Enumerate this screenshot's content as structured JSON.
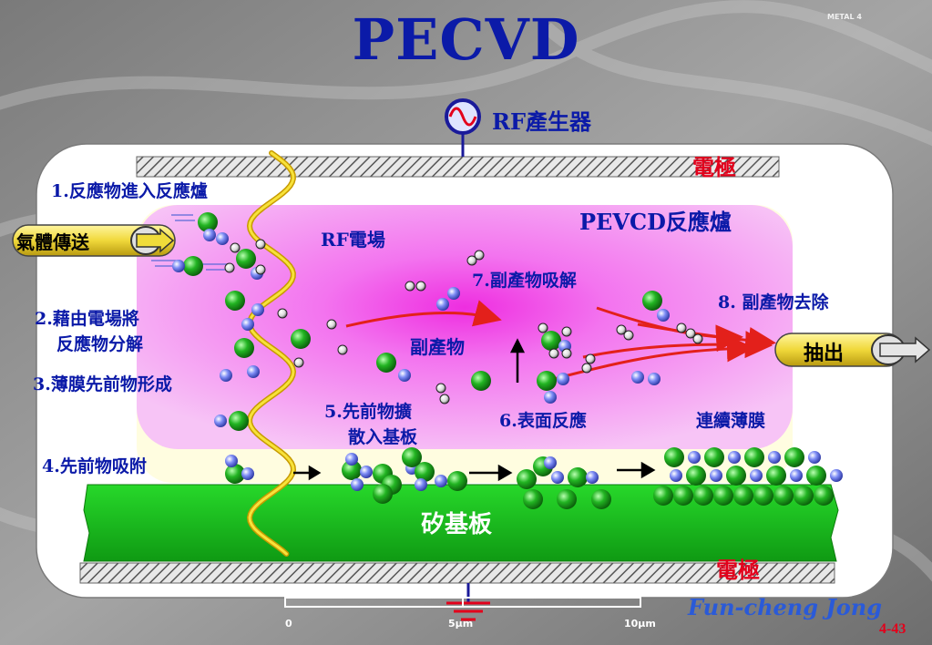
{
  "title": "PECVD",
  "corner_label": "METAL 4",
  "rf_generator": {
    "label": "RF產生器"
  },
  "electrode_top": "電極",
  "electrode_bottom": "電極",
  "reactor_label": "PEVCD反應爐",
  "rf_field": "RF電場",
  "gas_in": "氣體傳送",
  "exhaust": "抽出",
  "steps": [
    {
      "id": "step1",
      "text": "1.反應物進入反應爐"
    },
    {
      "id": "step2a",
      "text": "2.藉由電場將"
    },
    {
      "id": "step2b",
      "text": "反應物分解"
    },
    {
      "id": "step3",
      "text": "3.薄膜先前物形成"
    },
    {
      "id": "step4",
      "text": "4.先前物吸附"
    },
    {
      "id": "step5a",
      "text": "5.先前物擴"
    },
    {
      "id": "step5b",
      "text": "散入基板"
    },
    {
      "id": "step6",
      "text": "6.表面反應"
    },
    {
      "id": "step7",
      "text": "7.副產物吸解"
    },
    {
      "id": "step8",
      "text": "8. 副產物去除"
    }
  ],
  "byproduct": "副產物",
  "continuous_film": "連續薄膜",
  "substrate": "矽基板",
  "author": "Fun-cheng Jong",
  "page_number": "4-43",
  "scale_labels": [
    "0",
    "5μm",
    "10μm"
  ],
  "colors": {
    "title_blue": "#0b1aa8",
    "label_red": "#e3001b",
    "plasma_pink": "#f27ef2",
    "substrate_green": "#15c21a",
    "molecule_green": "#1db31d",
    "molecule_blue": "#6f7ff0",
    "coil_yellow": "#f3d21a",
    "pill_yellow": "#f0dc3a"
  },
  "icons": [
    "sine-wave-icon",
    "ground-icon",
    "arrow-right-icon",
    "arrow-up-icon"
  ]
}
